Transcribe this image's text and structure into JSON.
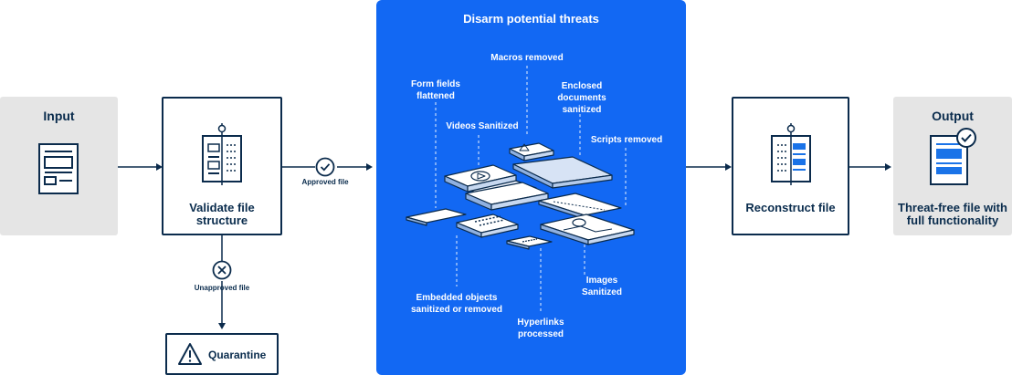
{
  "input": {
    "title": "Input"
  },
  "validate": {
    "label_line1": "Validate file",
    "label_line2": "structure"
  },
  "approved": {
    "label": "Approved file"
  },
  "unapproved": {
    "label": "Unapproved file"
  },
  "quarantine": {
    "label": "Quarantine"
  },
  "disarm": {
    "title": "Disarm potential threats",
    "macros": "Macros removed",
    "form_fields_line1": "Form fields",
    "form_fields_line2": "flattened",
    "enclosed_line1": "Enclosed",
    "enclosed_line2": "documents",
    "enclosed_line3": "sanitized",
    "videos": "Videos Sanitized",
    "scripts": "Scripts removed",
    "images_line1": "Images",
    "images_line2": "Sanitized",
    "embedded_line1": "Embedded objects",
    "embedded_line2": "sanitized or removed",
    "hyperlinks_line1": "Hyperlinks",
    "hyperlinks_line2": "processed"
  },
  "reconstruct": {
    "label": "Reconstruct file"
  },
  "output": {
    "title": "Output",
    "label_line1": "Threat-free file with",
    "label_line2": "full functionality"
  },
  "colors": {
    "navy": "#0b2b4c",
    "panel_blue": "#1268f3",
    "accent_blue": "#1a73e8",
    "gray_box": "#e5e5e5"
  }
}
